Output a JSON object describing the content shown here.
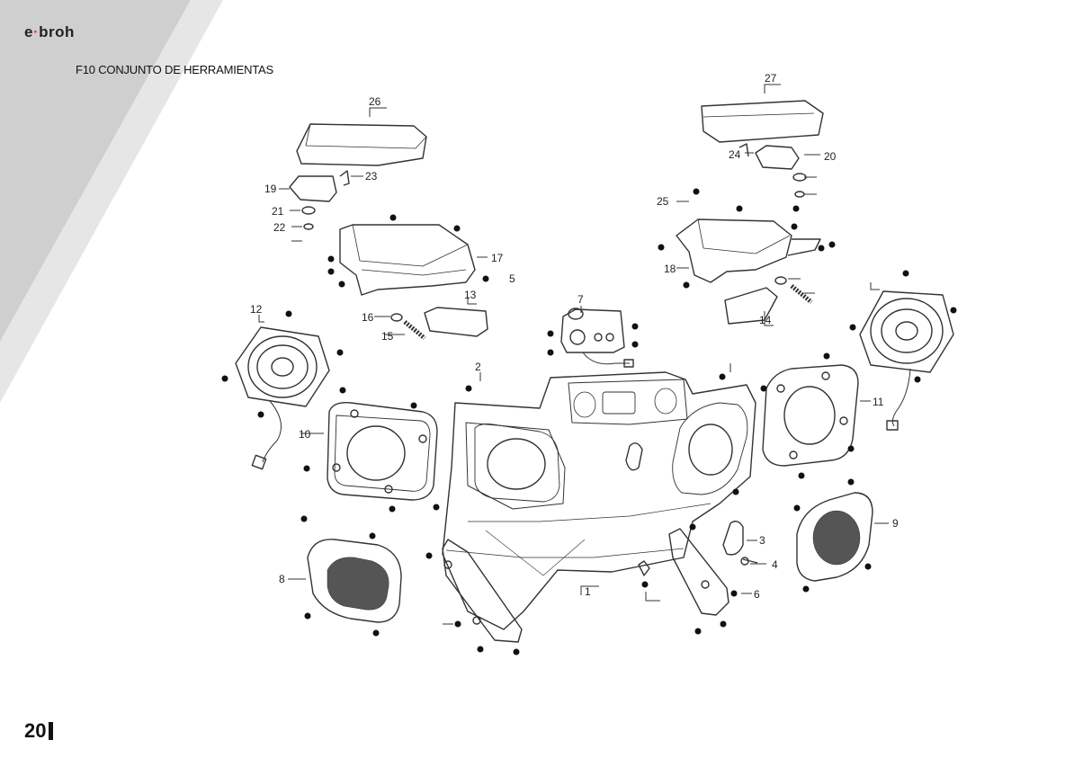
{
  "header": {
    "brand_prefix": "e",
    "brand_suffix": "broh",
    "section_title": "F10 CONJUNTO DE HERRAMIENTAS"
  },
  "footer": {
    "page_number": "20"
  },
  "colors": {
    "stripe_dark": "#cfcfcf",
    "stripe_light": "#e6e6e6",
    "line": "#333333",
    "mesh": "#444444"
  },
  "diagram": {
    "callouts": [
      "1",
      "2",
      "3",
      "4",
      "5",
      "6",
      "7",
      "8",
      "9",
      "10",
      "11",
      "12",
      "13",
      "14",
      "15",
      "16",
      "17",
      "18",
      "19",
      "20",
      "21",
      "22",
      "23",
      "24",
      "25",
      "26",
      "27"
    ]
  }
}
